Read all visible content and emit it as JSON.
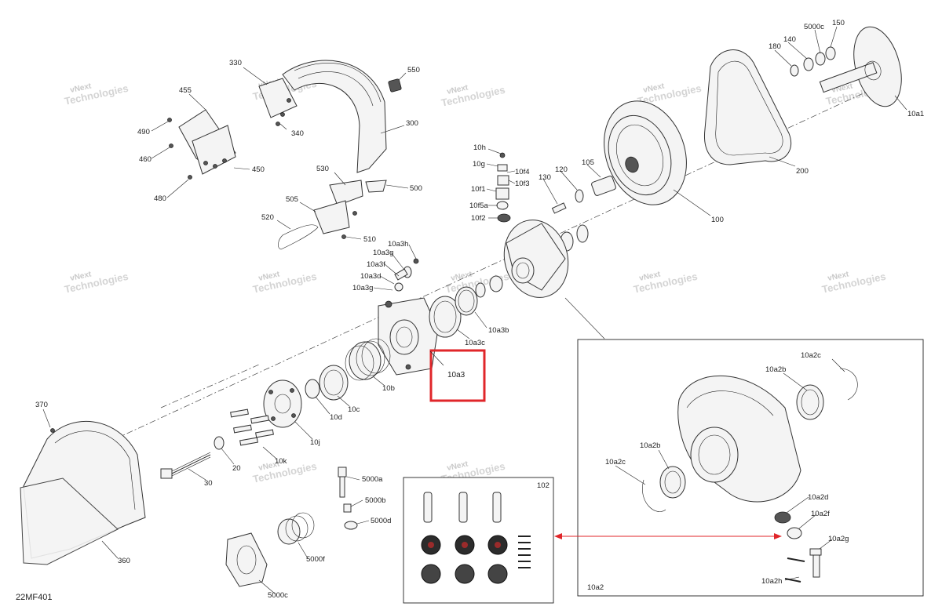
{
  "diagram": {
    "code": "22MF401",
    "watermark_line1": "vNext",
    "watermark_line2": "Technologies",
    "highlight_label": "10a3",
    "detail_box_label": "10a2",
    "kit_box_label": "102",
    "accent_color": "#e0262a",
    "callouts": {
      "c330": "330",
      "c550": "550",
      "c300": "300",
      "c340": "340",
      "c455": "455",
      "c490": "490",
      "c460": "460",
      "c450": "450",
      "c480": "480",
      "c530": "530",
      "c500": "500",
      "c505": "505",
      "c520": "520",
      "c510": "510",
      "c10h": "10h",
      "c10g": "10g",
      "c10f4": "10f4",
      "c10f3": "10f3",
      "c10f1": "10f1",
      "c10f5a": "10f5a",
      "c10f2": "10f2",
      "c130": "130",
      "c120": "120",
      "c105": "105",
      "c100": "100",
      "c200": "200",
      "c180": "180",
      "c140": "140",
      "c5000c_top": "5000c",
      "c150": "150",
      "c10a1": "10a1",
      "c10a3h": "10a3h",
      "c10a3g": "10a3g",
      "c10a3f": "10a3f",
      "c10a3d": "10a3d",
      "c10a3g2": "10a3g",
      "c10a3c": "10a3c",
      "c10a3b": "10a3b",
      "c10b": "10b",
      "c10c": "10c",
      "c10d": "10d",
      "c10j": "10j",
      "c10k": "10k",
      "c370": "370",
      "c20": "20",
      "c30": "30",
      "c360": "360",
      "c5000a": "5000a",
      "c5000b": "5000b",
      "c5000d": "5000d",
      "c5000f": "5000f",
      "c5000c": "5000c",
      "c10a2c": "10a2c",
      "c10a2b": "10a2b",
      "c10a2b2": "10a2b",
      "c10a2c2": "10a2c",
      "c10a2d": "10a2d",
      "c10a2f": "10a2f",
      "c10a2g": "10a2g",
      "c10a2h": "10a2h"
    }
  }
}
